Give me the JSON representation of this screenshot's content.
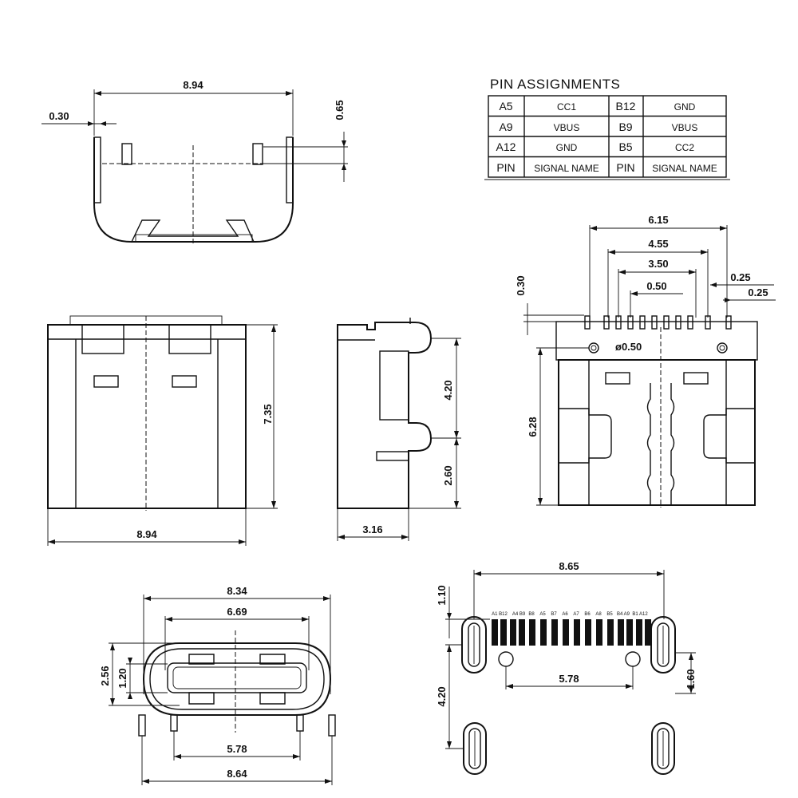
{
  "pin_assignments": {
    "title": "PIN ASSIGNMENTS",
    "rows": [
      {
        "pin_a": "A5",
        "name_a": "CC1",
        "pin_b": "B12",
        "name_b": "GND"
      },
      {
        "pin_a": "A9",
        "name_a": "VBUS",
        "pin_b": "B9",
        "name_b": "VBUS"
      },
      {
        "pin_a": "A12",
        "name_a": "GND",
        "pin_b": "B5",
        "name_b": "CC2"
      },
      {
        "pin_a": "PIN",
        "name_a": "SIGNAL NAME",
        "pin_b": "PIN",
        "name_b": "SIGNAL NAME"
      }
    ]
  },
  "top_view": {
    "width": "8.94",
    "wall": "0.30",
    "pin_height": "0.65"
  },
  "front_view": {
    "width": "8.94",
    "height": "7.35"
  },
  "side_view": {
    "depth": "3.16",
    "upper": "4.20",
    "lower": "2.60"
  },
  "rear_view": {
    "outer_pitch": "6.15",
    "mid_pitch": "4.55",
    "inner_pitch": "3.50",
    "pin_pitch": "0.50",
    "pin_thickness": "0.30",
    "pin_width_a": "0.25",
    "pin_width_b": "0.25",
    "hole": "ø0.50",
    "height": "6.28"
  },
  "bottom_view": {
    "outer_width": "8.34",
    "inner_width": "6.69",
    "height_a": "2.56",
    "height_b": "1.20",
    "post_pitch": "5.78",
    "overall": "8.64"
  },
  "pcb_layout": {
    "width": "8.65",
    "pad_height": "1.10",
    "hole_pitch": "5.78",
    "slot_spacing": "4.20",
    "slot_height": "1.60",
    "pin_labels": [
      "A1 B12",
      "A4 B9",
      "B8",
      "A5",
      "B7",
      "A6",
      "A7",
      "B6",
      "A8",
      "B5",
      "B4 A9",
      "B1 A12"
    ]
  }
}
